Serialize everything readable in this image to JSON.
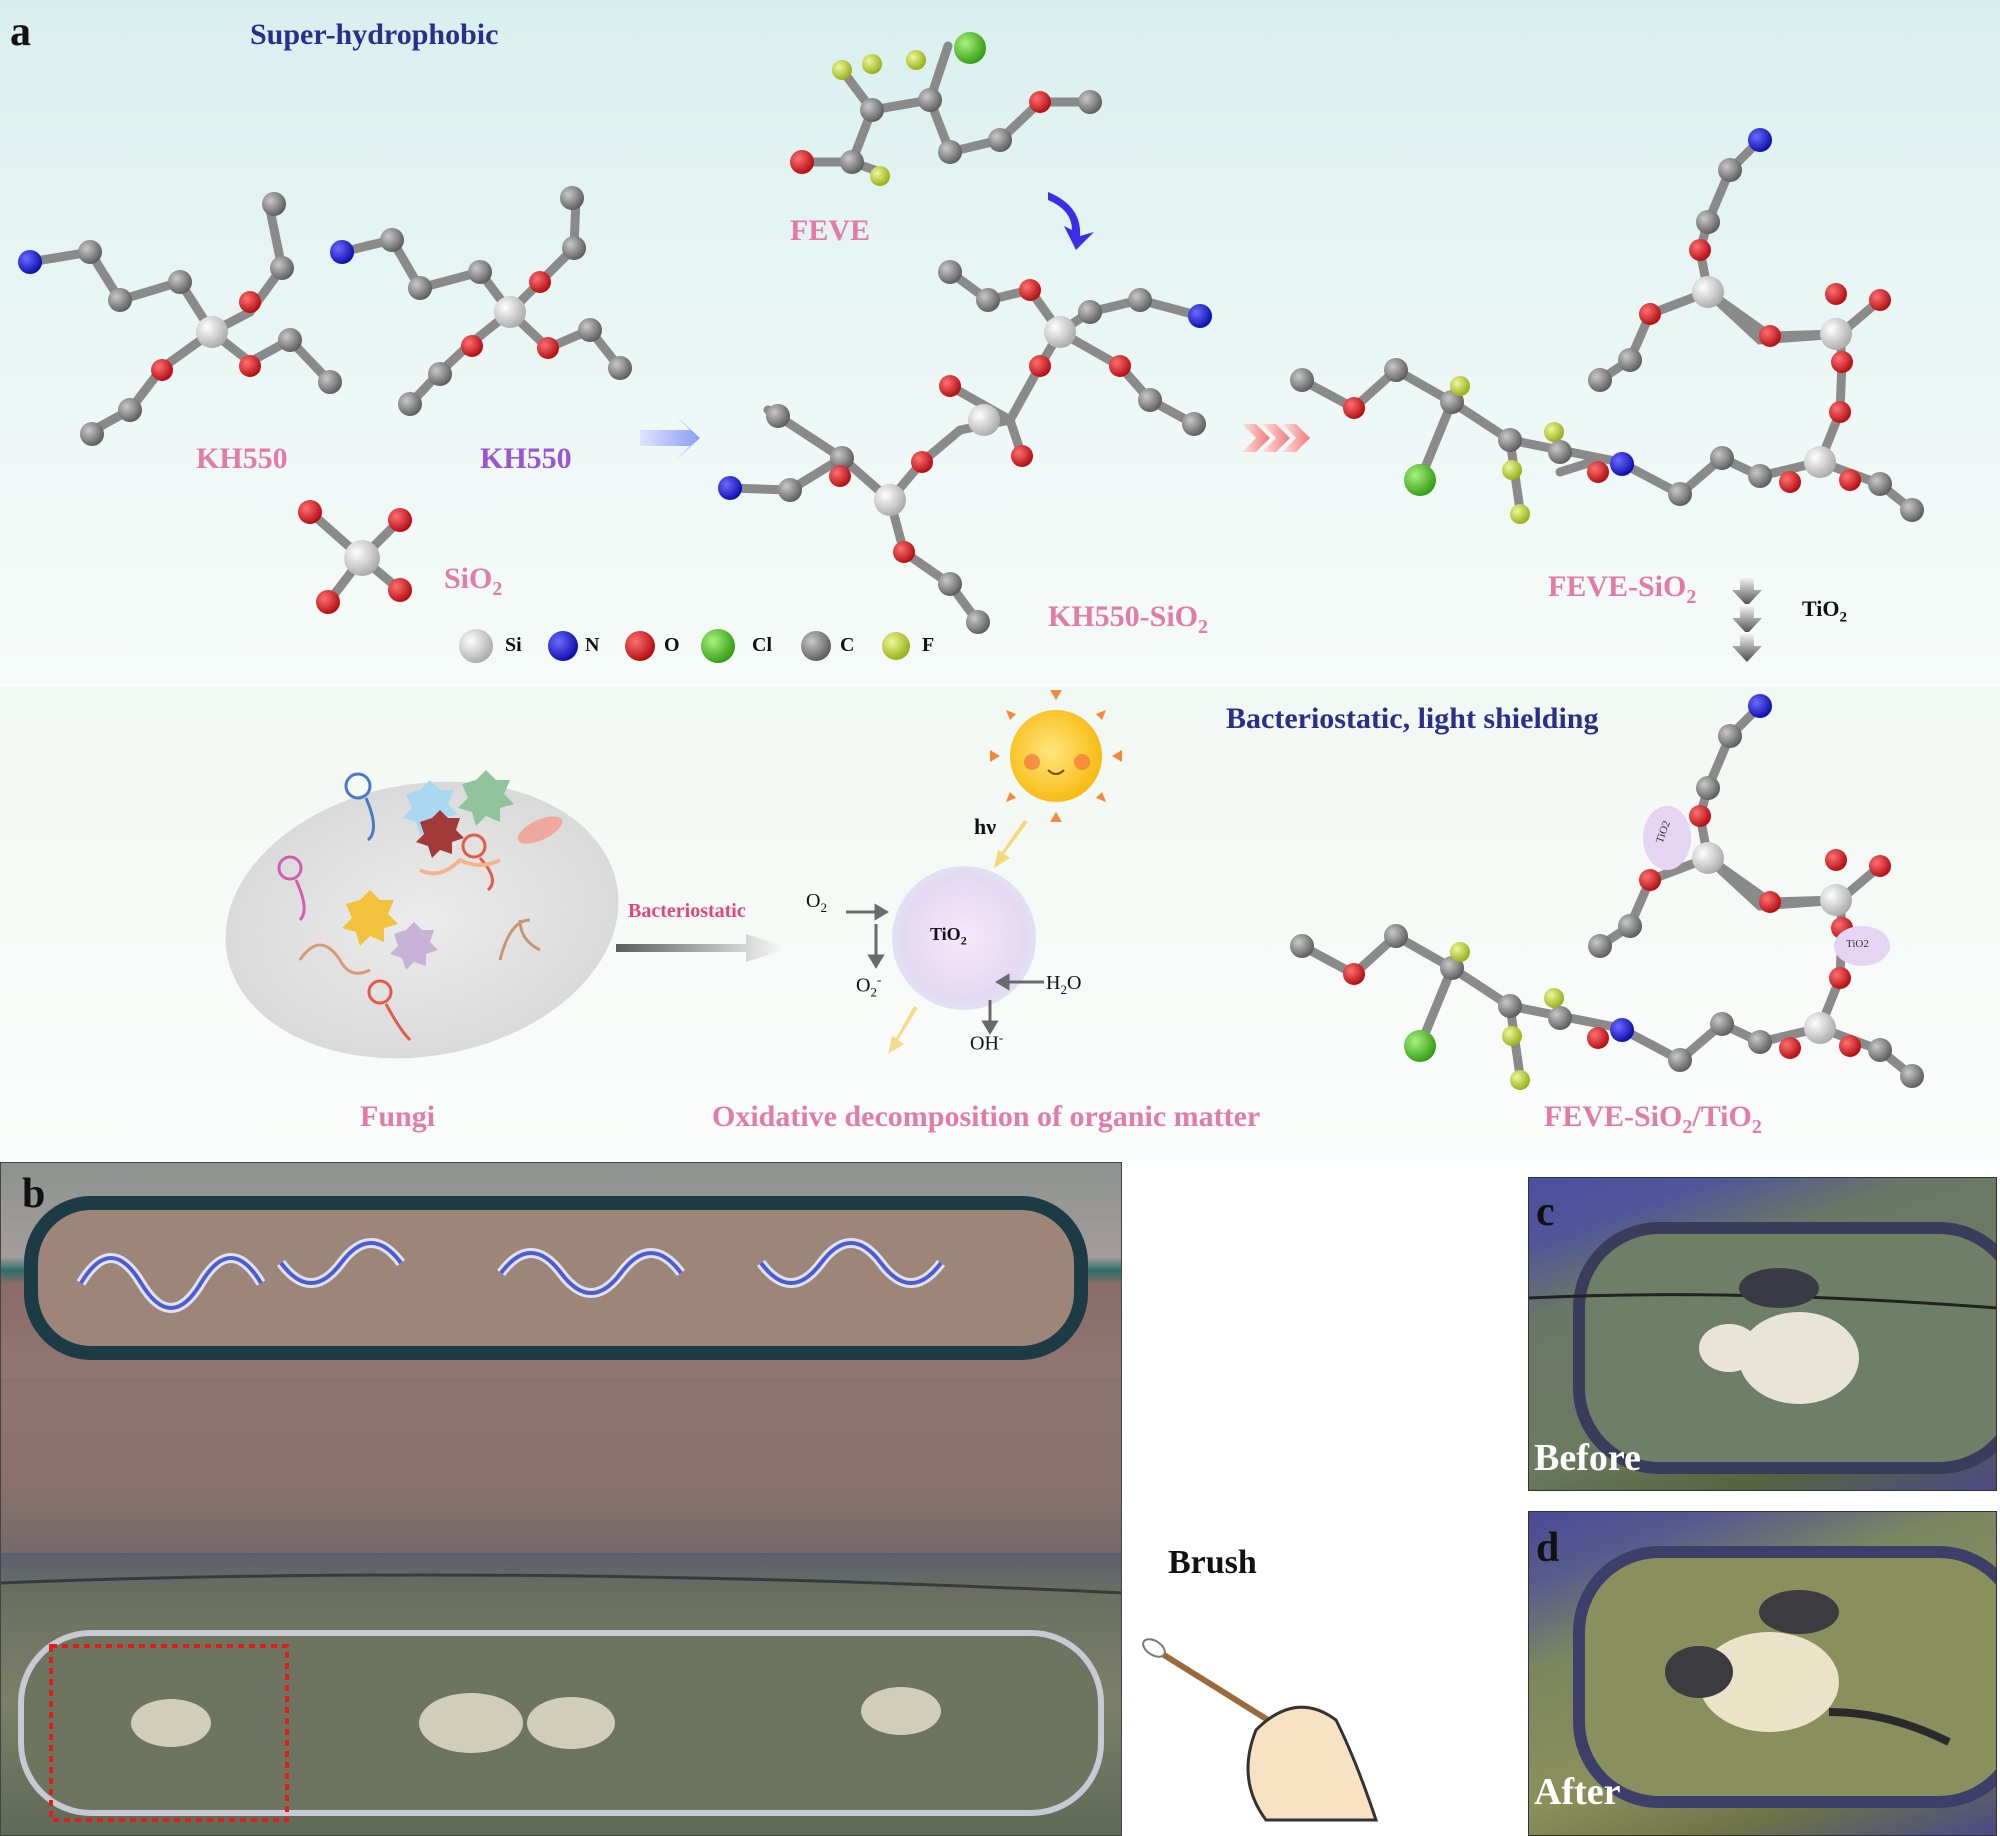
{
  "panel_a": {
    "letter": "a",
    "title_top": "Super-hydrophobic",
    "title_bottom": "Bacteriostatic, light shielding",
    "labels": {
      "feve": "FEVE",
      "kh550_1": "KH550",
      "kh550_2": "KH550",
      "sio2": "SiO",
      "sio2_sub": "2",
      "kh550_sio2": "KH550-SiO",
      "kh550_sio2_sub": "2",
      "feve_sio2": "FEVE-SiO",
      "feve_sio2_sub": "2",
      "tio2_arrow": "TiO",
      "tio2_arrow_sub": "2",
      "feve_sio2_tio2_a": "FEVE-SiO",
      "feve_sio2_tio2_sub1": "2",
      "feve_sio2_tio2_b": "/TiO",
      "feve_sio2_tio2_sub2": "2"
    },
    "legend": [
      {
        "symbol": "Si",
        "color": "#d9d9d9"
      },
      {
        "symbol": "N",
        "color": "#1a1ae6"
      },
      {
        "symbol": "O",
        "color": "#e6161c"
      },
      {
        "symbol": "Cl",
        "color": "#5ad12a"
      },
      {
        "symbol": "C",
        "color": "#8c8c8c"
      },
      {
        "symbol": "F",
        "color": "#c5e03a"
      }
    ],
    "photocatalysis": {
      "hv": "hν",
      "center": "TiO",
      "center_sub": "2",
      "o2": "O",
      "o2_sub": "2",
      "o2m": "O",
      "o2m_sub": "2",
      "o2m_sup": "-",
      "h2o_a": "H",
      "h2o_sub": "2",
      "h2o_b": "O",
      "oh": "OH",
      "oh_sup": "-",
      "bacteriostatic": "Bacteriostatic",
      "fungi": "Fungi",
      "oxidative": "Oxidative decomposition of organic matter",
      "tio2_badge1": "TiO2",
      "tio2_badge2": "TiO2"
    }
  },
  "panel_b": {
    "letter": "b",
    "brush": "Brush"
  },
  "panel_c": {
    "letter": "c",
    "caption": "Before"
  },
  "panel_d": {
    "letter": "d",
    "caption": "After"
  },
  "colors": {
    "title_blue": "#2a2f8c",
    "pink": "#e47aa8",
    "purple": "#9a55d6",
    "arrow_blue": "#8c9cf5",
    "arrow_red": "#f08a8a"
  }
}
